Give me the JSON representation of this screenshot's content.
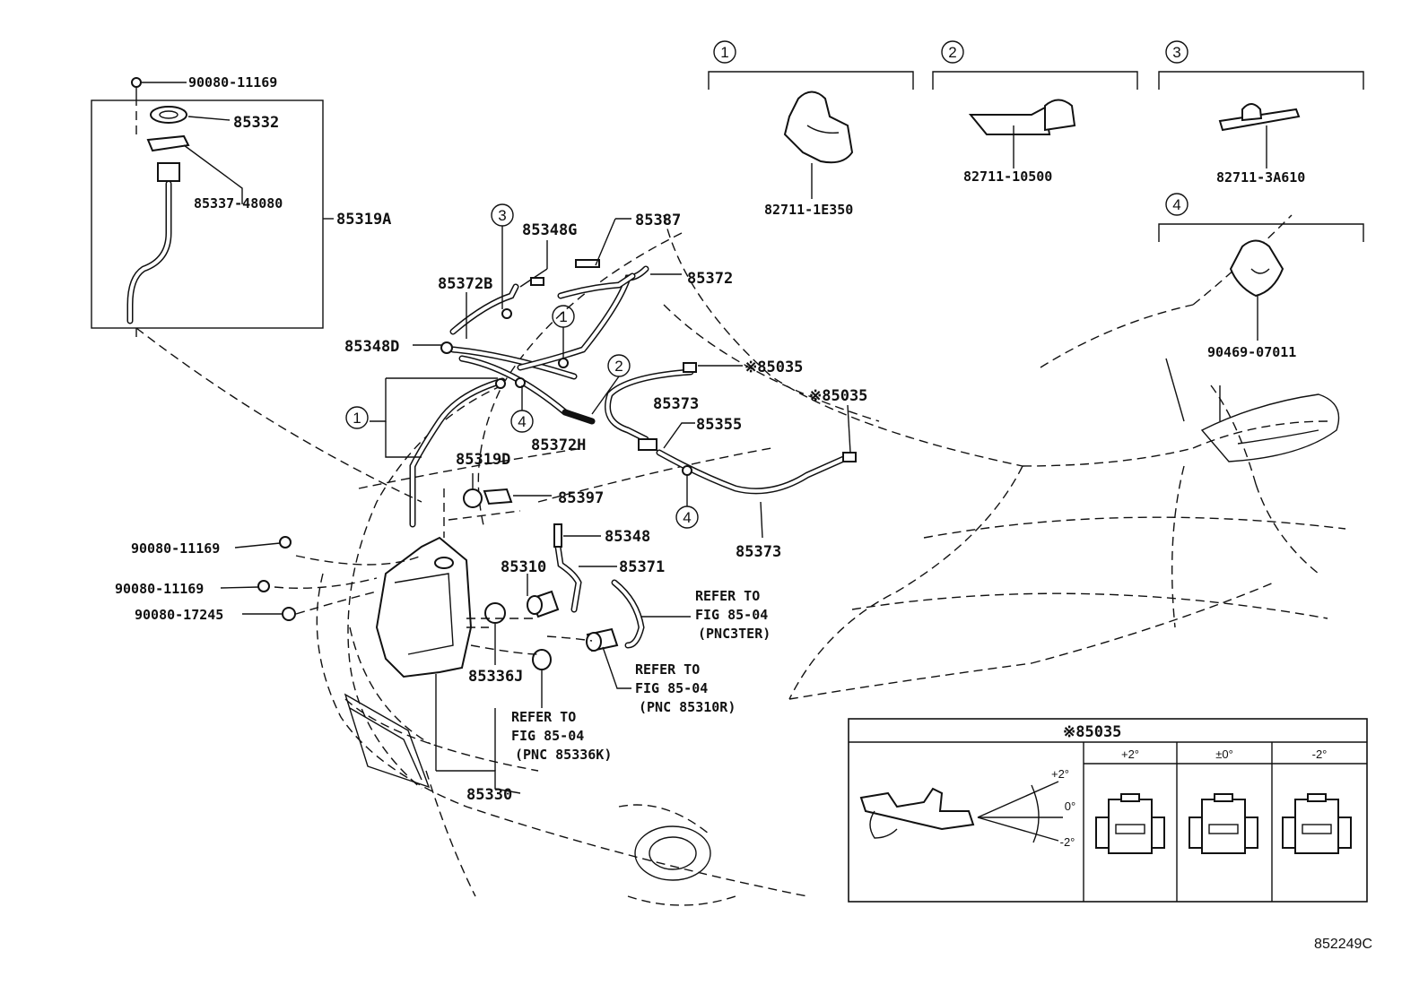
{
  "diagram_id": "852249C",
  "clips": {
    "c1": {
      "num": "1",
      "part": "82711-1E350"
    },
    "c2": {
      "num": "2",
      "part": "82711-10500"
    },
    "c3": {
      "num": "3",
      "part": "82711-3A610"
    },
    "c4": {
      "num": "4",
      "part": "90469-07011"
    }
  },
  "labels": {
    "p90080_top": "90080-11169",
    "p85332": "85332",
    "p85337": "85337-48080",
    "p85319A": "85319A",
    "p85348G": "85348G",
    "p85387": "85387",
    "p85372B": "85372B",
    "p85372": "85372",
    "p85348D": "85348D",
    "p85035a": "※85035",
    "p85035b": "※85035",
    "p85373a": "85373",
    "p85355": "85355",
    "p85372H": "85372H",
    "p85319D": "85319D",
    "p85397": "85397",
    "p85373b": "85373",
    "p85348": "85348",
    "p90080_a": "90080-11169",
    "p85310": "85310",
    "p85371": "85371",
    "p90080_b": "90080-11169",
    "p90080_c": "90080-17245",
    "p85336J": "85336J",
    "p85330": "85330"
  },
  "callouts": {
    "one": "1",
    "two": "2",
    "three": "3",
    "four": "4"
  },
  "refers": {
    "r1": {
      "l1": "REFER TO",
      "l2": "FIG 85-04",
      "l3": "(PNC 85310R)"
    },
    "r2": {
      "l1": "REFER TO",
      "l2": "FIG 85-04",
      "l3": "(PNC 85336K)"
    },
    "r3": {
      "l1": "REFER TO",
      "l2": "FIG 85-04",
      "l3": "(PNC3TER)"
    }
  },
  "inset": {
    "title": "※85035",
    "cols": [
      "+2°",
      "±0°",
      "-2°"
    ],
    "angles": [
      "+2°",
      "0°",
      "-2°"
    ]
  }
}
